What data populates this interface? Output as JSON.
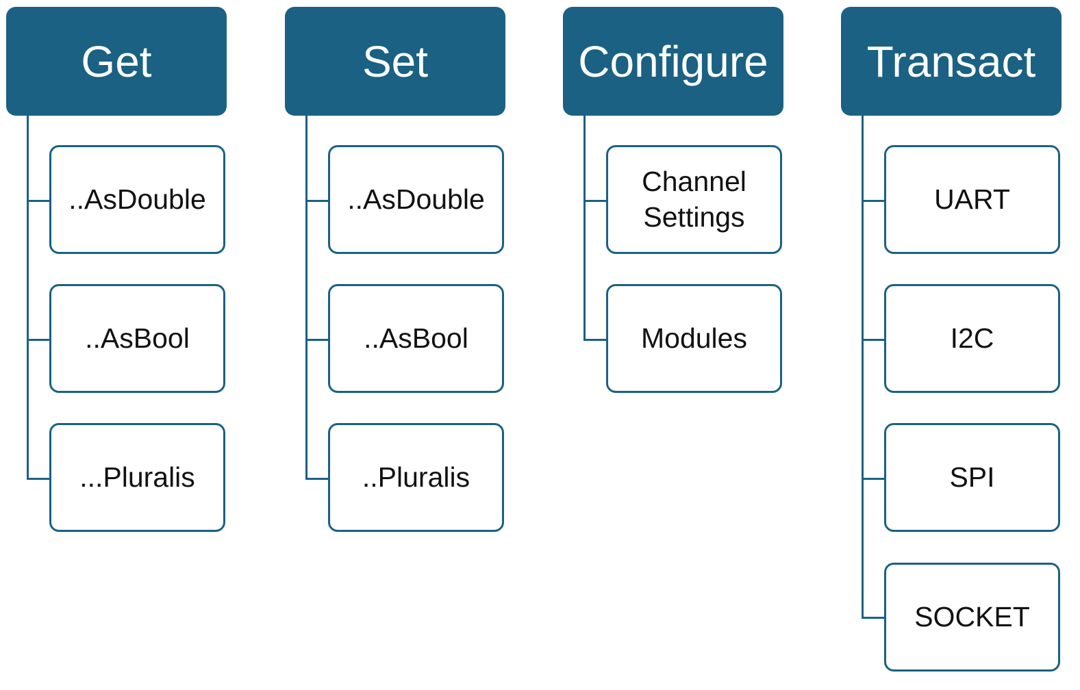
{
  "colors": {
    "header_fill": "#1a6183",
    "connector": "#1a6183",
    "child_border": "#1a6183",
    "header_text": "#ffffff",
    "child_text": "#111111"
  },
  "columns": [
    {
      "title": "Get",
      "items": [
        "..AsDouble",
        "..AsBool",
        "...Pluralis"
      ]
    },
    {
      "title": "Set",
      "items": [
        "..AsDouble",
        "..AsBool",
        "..Pluralis"
      ]
    },
    {
      "title": "Configure",
      "items": [
        "Channel\nSettings",
        "Modules"
      ]
    },
    {
      "title": "Transact",
      "items": [
        "UART",
        "I2C",
        "SPI",
        "SOCKET"
      ]
    }
  ]
}
